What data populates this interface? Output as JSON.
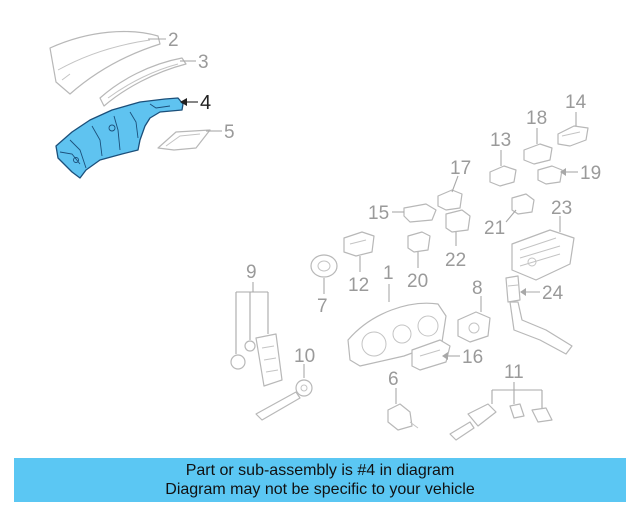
{
  "diagram": {
    "highlight_color": "#5fc3f0",
    "callouts": [
      "1",
      "2",
      "3",
      "4",
      "5",
      "6",
      "7",
      "8",
      "9",
      "10",
      "11",
      "12",
      "13",
      "14",
      "15",
      "16",
      "17",
      "18",
      "19",
      "20",
      "21",
      "22",
      "23",
      "24"
    ],
    "highlighted_part": "4"
  },
  "banner": {
    "line1": "Part or sub-assembly is #4 in diagram",
    "line2": "Diagram may not be specific to your vehicle",
    "background": "#5bc7f3"
  }
}
